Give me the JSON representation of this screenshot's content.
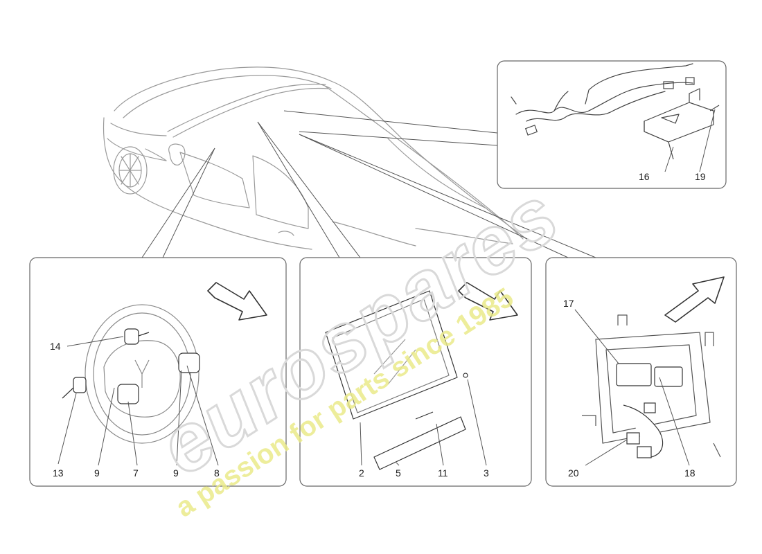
{
  "watermark": {
    "brand": "eurospares",
    "tagline": "a passion for parts since 1985"
  },
  "insets": {
    "top_right": {
      "labels": [
        "16",
        "19"
      ]
    },
    "left": {
      "labels": [
        "14",
        "13",
        "9",
        "7",
        "9",
        "8"
      ]
    },
    "center": {
      "labels": [
        "2",
        "5",
        "11",
        "3"
      ]
    },
    "right": {
      "labels": [
        "17",
        "18",
        "20"
      ]
    }
  },
  "colors": {
    "line": "#555555",
    "box": "#666666",
    "watermark_gray": "#d9d9d9",
    "watermark_yellow": "#eaea8a"
  }
}
